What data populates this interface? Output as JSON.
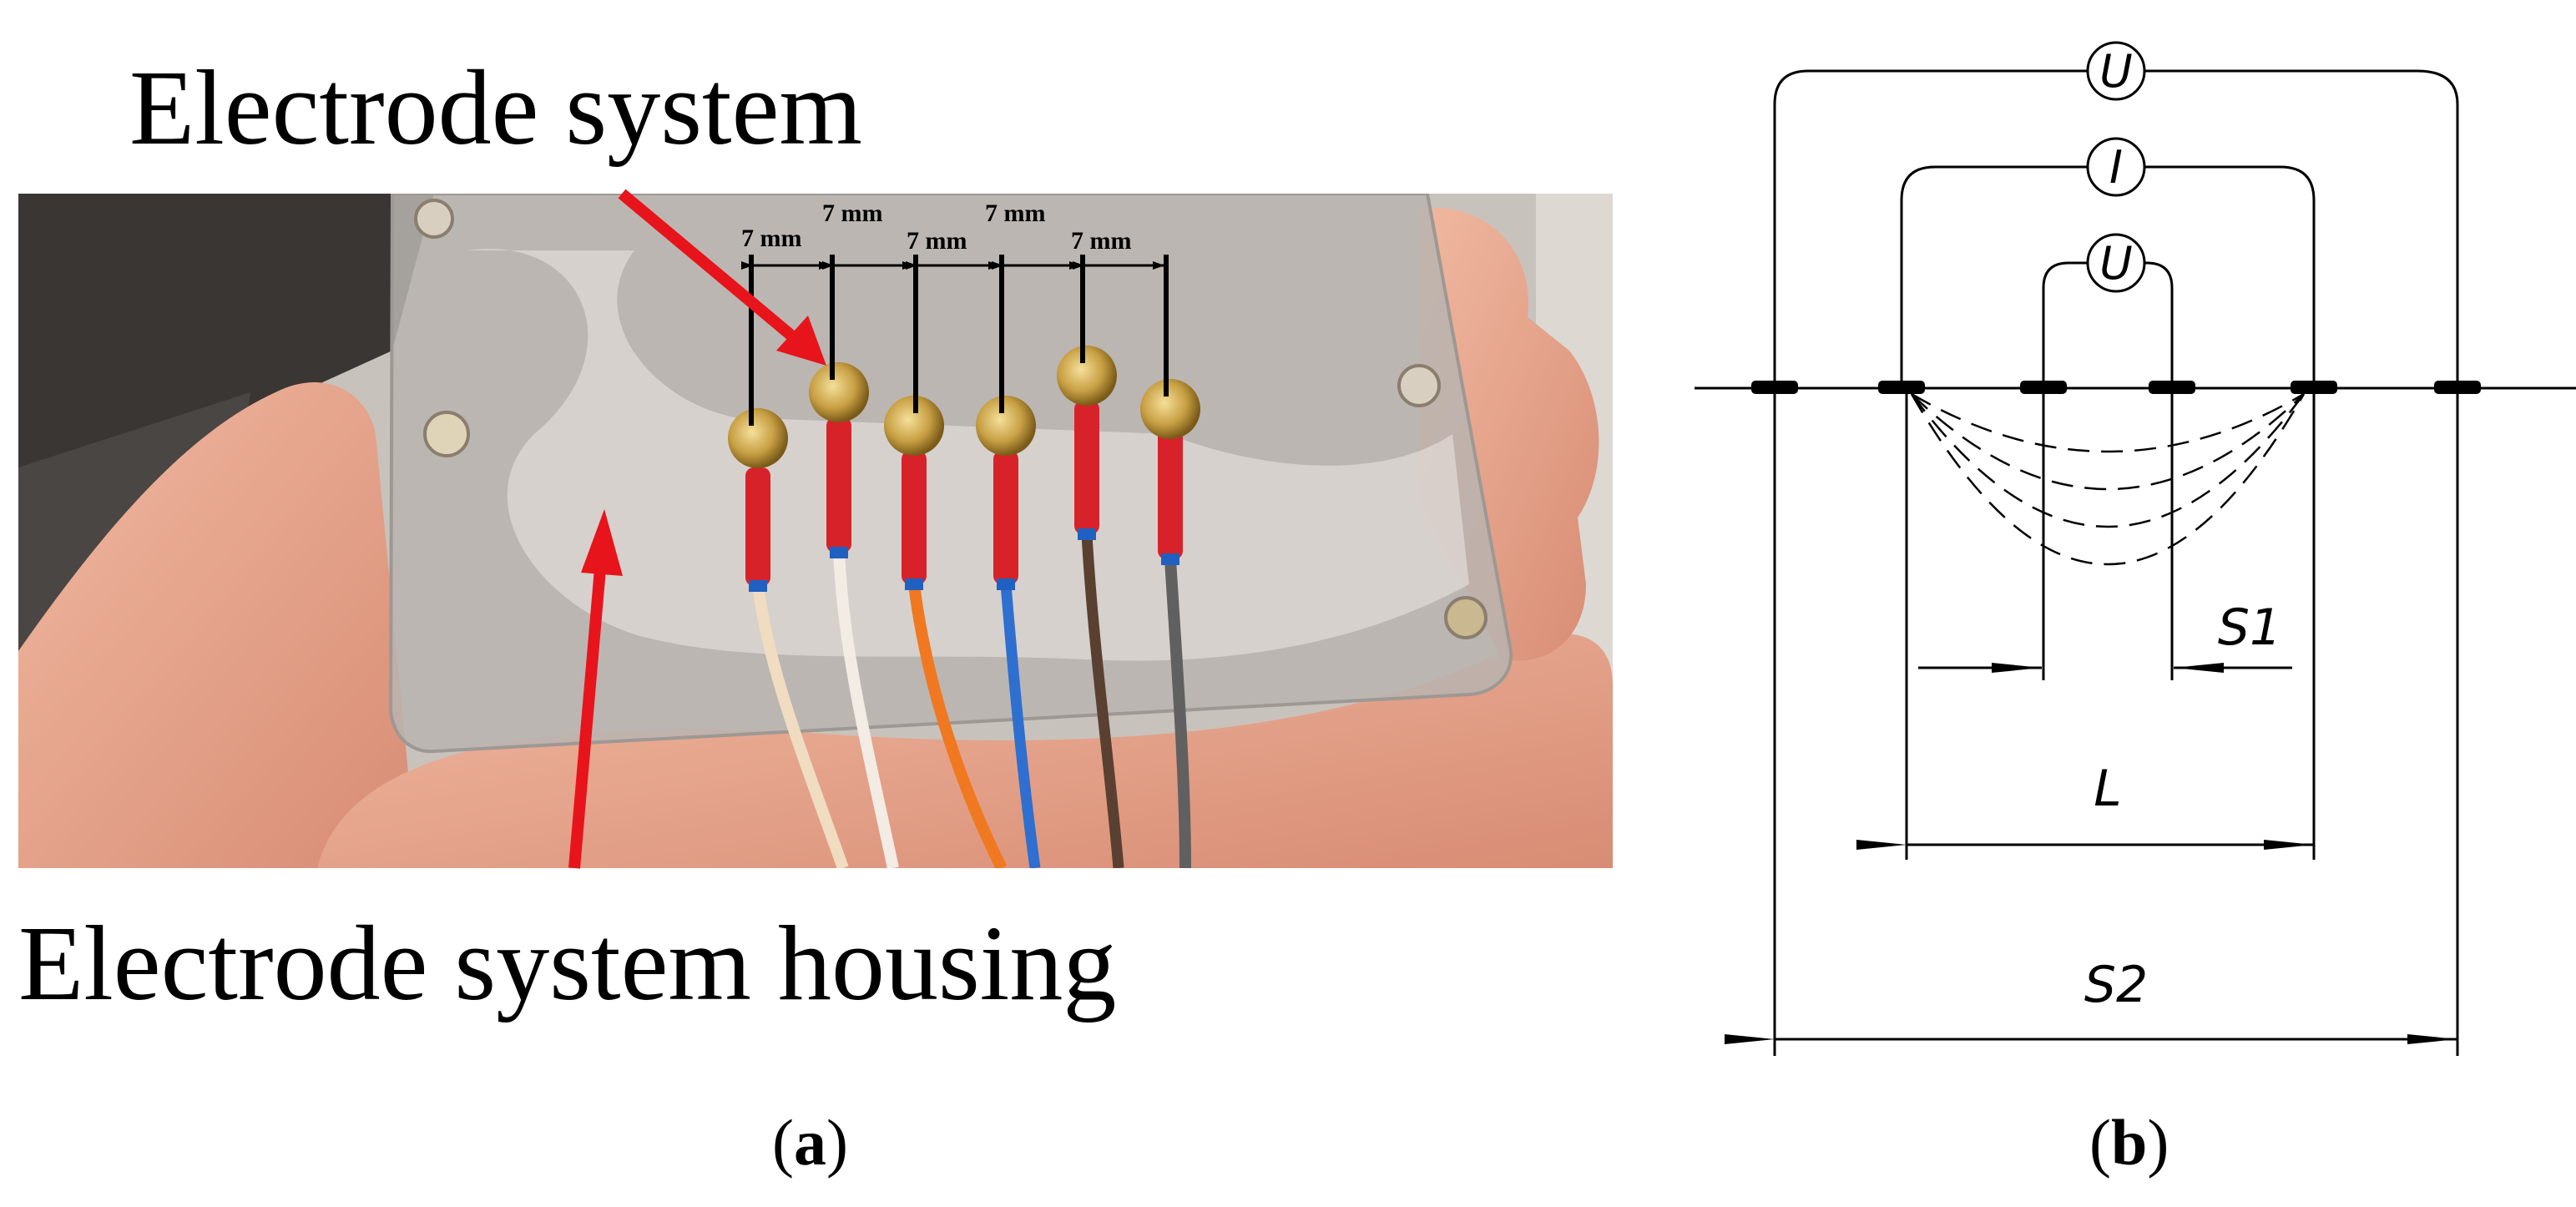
{
  "panel_a": {
    "label_top": "Electrode system",
    "label_bottom": "Electrode system housing",
    "spacings": [
      "7 mm",
      "7 mm",
      "7 mm",
      "7 mm",
      "7 mm"
    ],
    "sub_open": "(",
    "sub_letter": "a",
    "sub_close": ")",
    "colors": {
      "arrow": "#e8141b",
      "electrode_sleeve": "#d8222a",
      "brass": "#c8a044",
      "wires": [
        "#f0dcc0",
        "#f2ece4",
        "#f07820",
        "#2f6fd0",
        "#5a4030",
        "#606060"
      ]
    }
  },
  "panel_b": {
    "meters": [
      "U",
      "I",
      "U"
    ],
    "dim_labels": {
      "s1": "S1",
      "l": "L",
      "s2": "S2"
    },
    "sub_open": "(",
    "sub_letter": "b",
    "sub_close": ")"
  }
}
